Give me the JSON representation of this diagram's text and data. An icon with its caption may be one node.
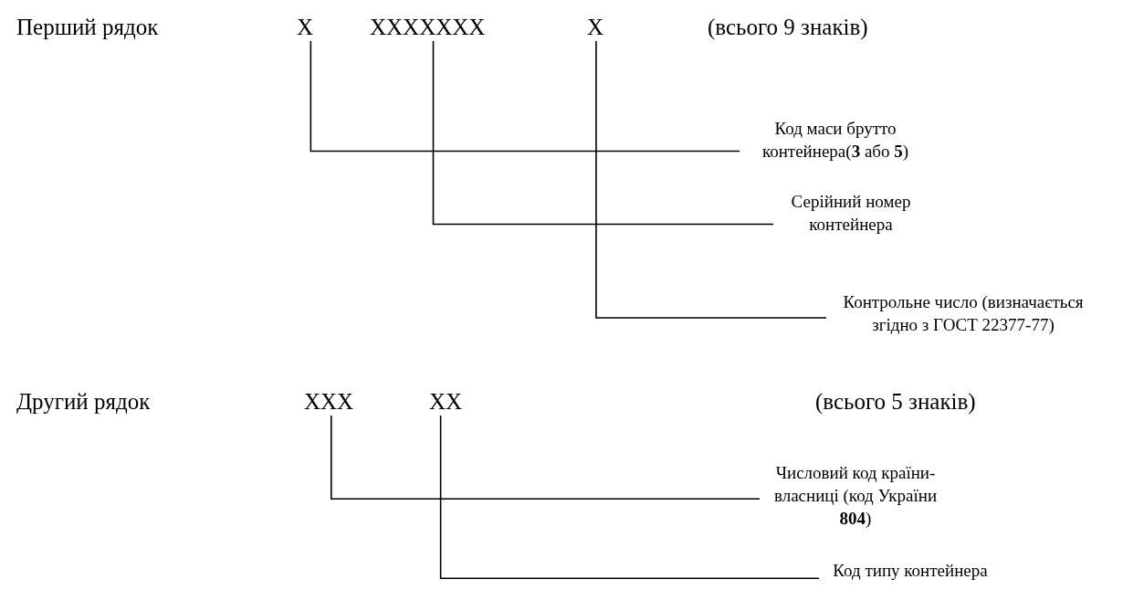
{
  "diagram": {
    "nodes": [
      {
        "text": [
          "X"
        ]
      },
      {
        "text": [
          "XXXXXXX"
        ]
      },
      {
        "text": [
          "X"
        ]
      },
      {
        "text": [
          "Код маси брутто контейнера(**3** або **5**)"
        ]
      },
      {
        "text": [
          "Серійний номер контейнера"
        ]
      },
      {
        "text": [
          "Контрольне число (визначається згідно з ГОСТ 22377-77)"
        ]
      },
      {
        "text": [
          "XXX"
        ]
      },
      {
        "text": [
          "XX"
        ]
      },
      {
        "text": [
          "Числовий код країни-власниці (код України **804**)"
        ]
      },
      {
        "text": [
          "Код типу контейнера"
        ]
      }
    ],
    "edges": [
      {
        "from": 0,
        "to": 3,
        "arrow": "none"
      },
      {
        "from": 1,
        "to": 4,
        "arrow": "none"
      },
      {
        "from": 2,
        "to": 5,
        "arrow": "none"
      },
      {
        "from": 6,
        "to": 8,
        "arrow": "none"
      },
      {
        "from": 7,
        "to": 9,
        "arrow": "none"
      }
    ],
    "labels": [
      "Перший рядок",
      "(всього 9 знаків)",
      "Другий рядок",
      "(всього 5 знаків)"
    ]
  }
}
